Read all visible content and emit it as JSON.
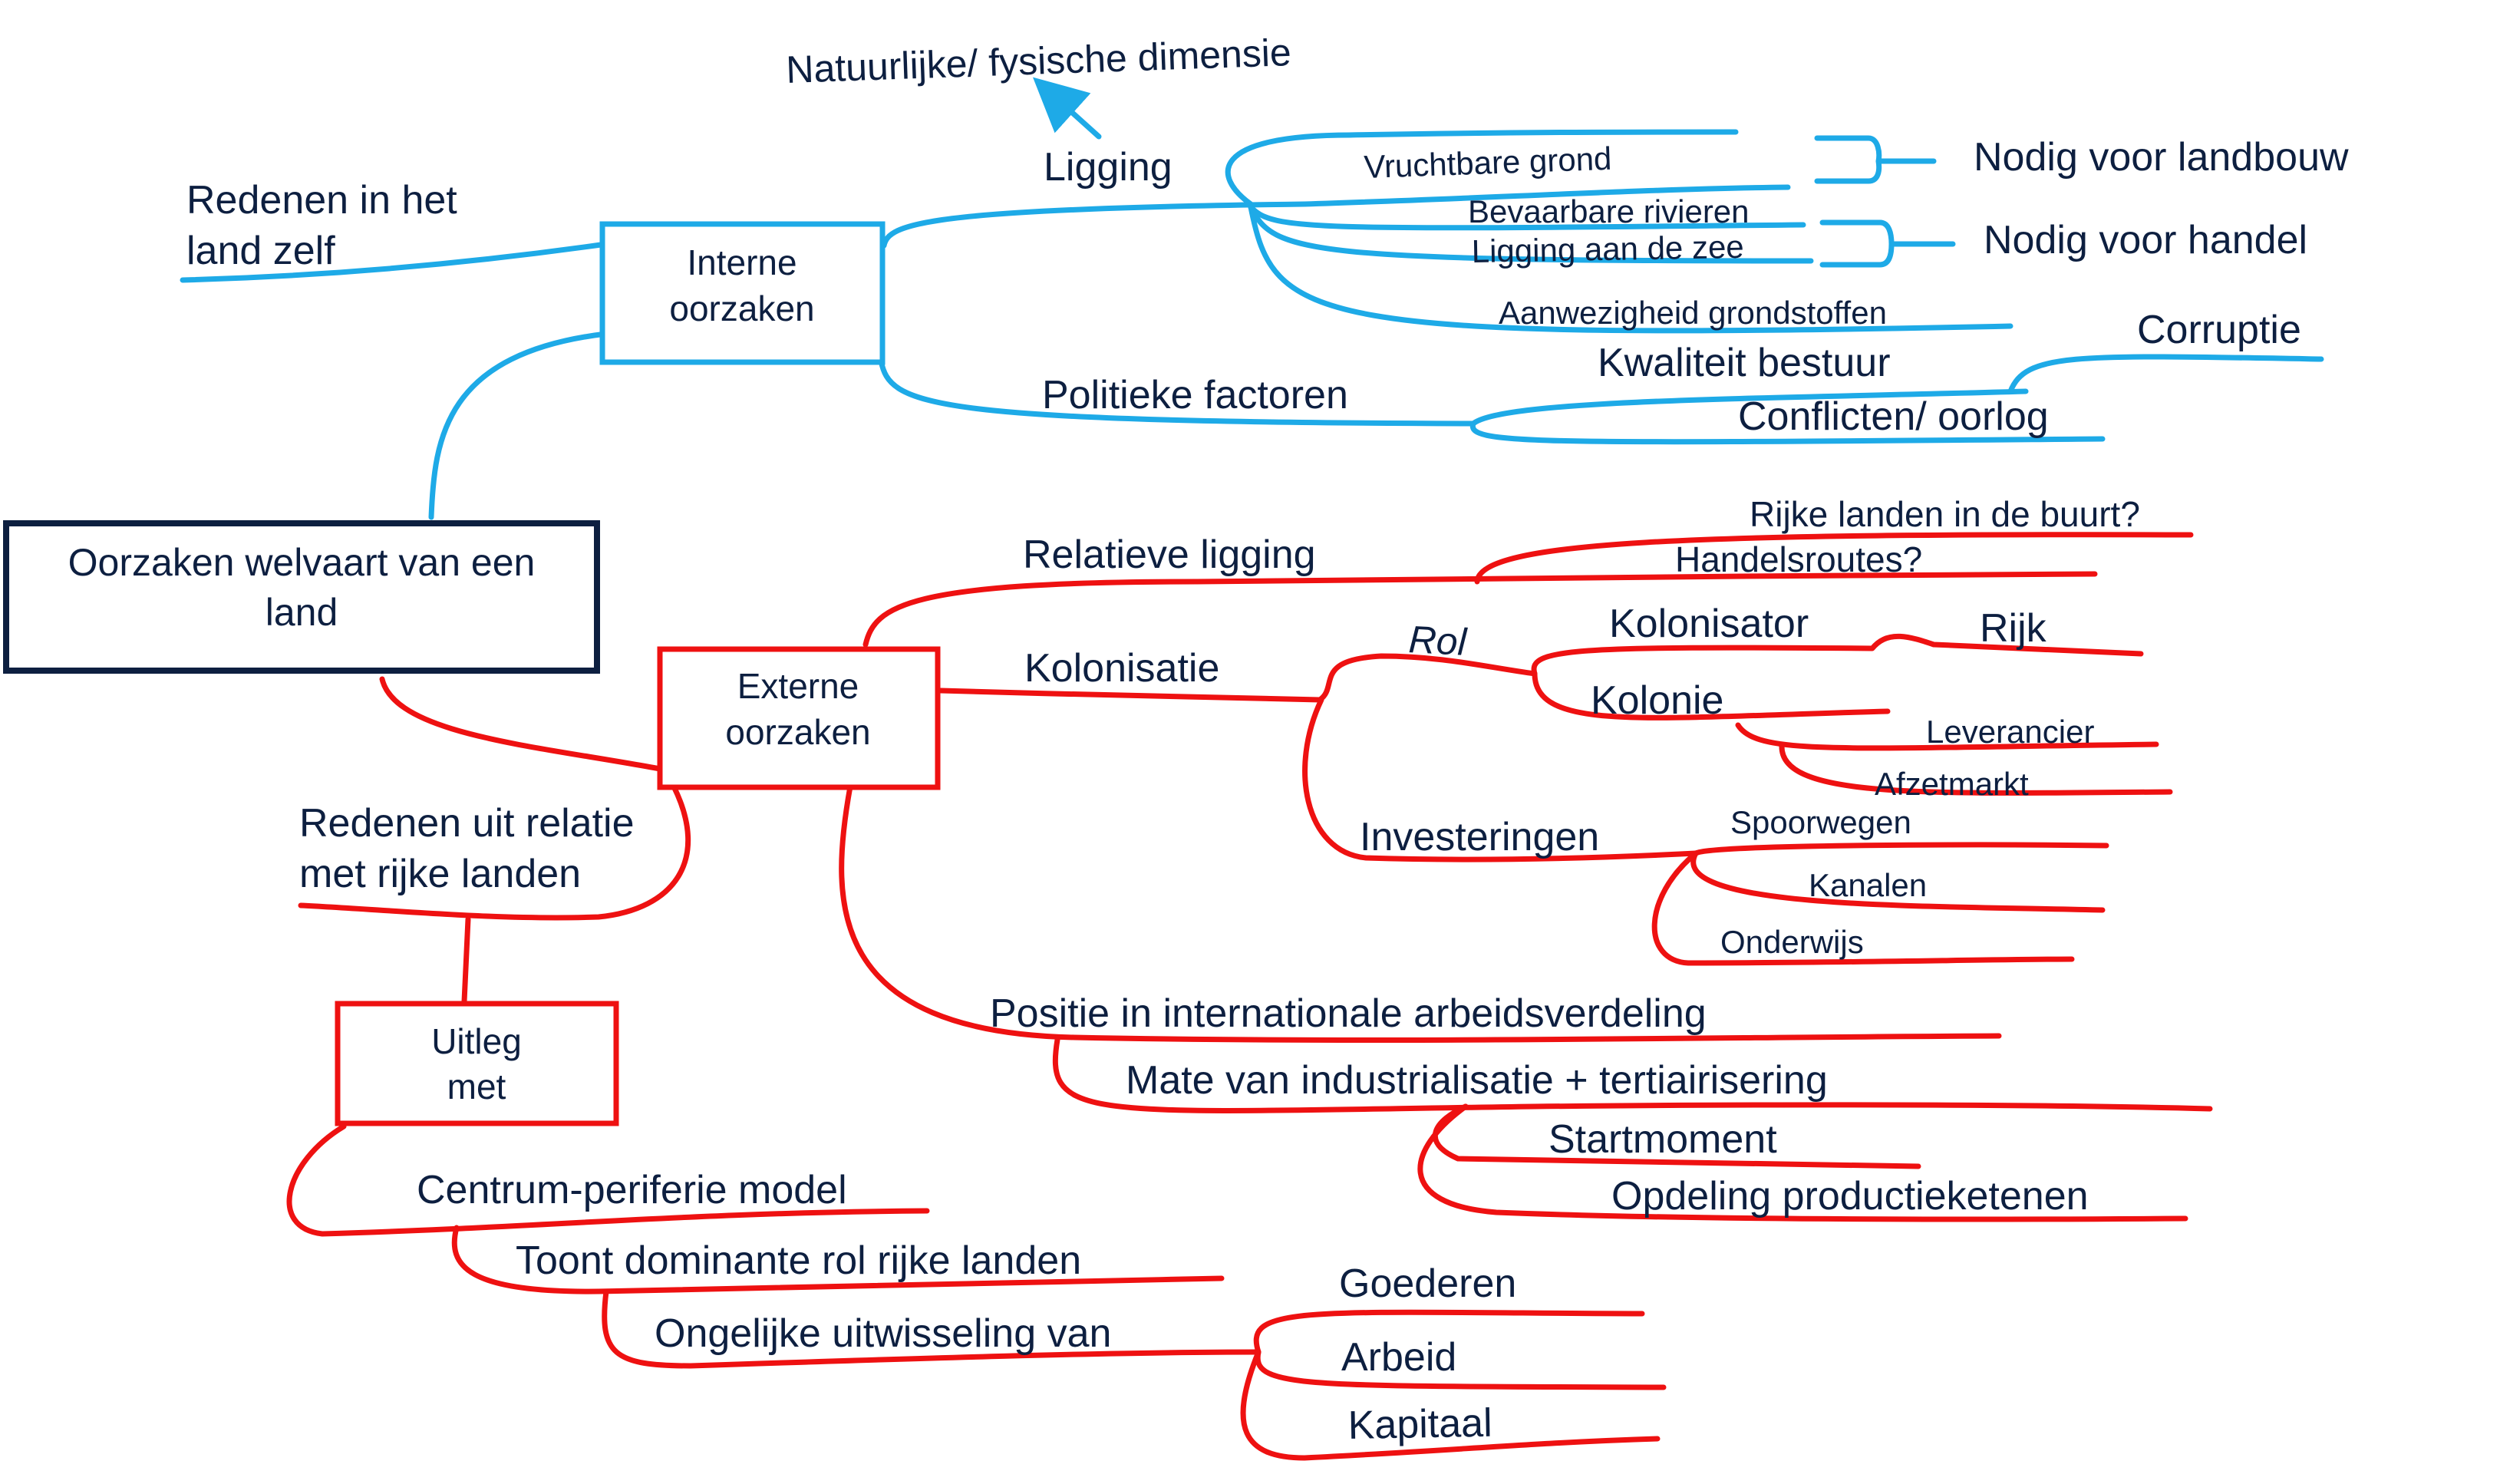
{
  "colors": {
    "internal": "#1eaae7",
    "external": "#ee1111",
    "text": "#0d1f40",
    "root_border": "#0d1f40"
  },
  "root": {
    "line1": "Oorzaken welvaart van een",
    "line2": "land"
  },
  "internal": {
    "box_line1": "Interne",
    "box_line2": "oorzaken",
    "reason_line1": "Redenen in het",
    "reason_line2": "land zelf",
    "ligging": "Ligging",
    "natural_dimension": "Natuurlijke/ fysische dimensie",
    "fertile_soil": "Vruchtbare grond",
    "navigable_rivers": "Bevaarbare rivieren",
    "sea_location": "Ligging aan de zee",
    "raw_materials": "Aanwezigheid grondstoffen",
    "needed_agriculture": "Nodig voor landbouw",
    "needed_trade": "Nodig voor handel",
    "political_factors": "Politieke factoren",
    "governance_quality": "Kwaliteit bestuur",
    "corruption": "Corruptie",
    "conflicts": "Conflicten/ oorlog"
  },
  "external": {
    "box_line1": "Externe",
    "box_line2": "oorzaken",
    "reason_line1": "Redenen uit relatie",
    "reason_line2": "met rijke landen",
    "relative_location": "Relatieve ligging",
    "rich_neighbors": "Rijke landen in de buurt?",
    "trade_routes": "Handelsroutes?",
    "colonization": "Kolonisatie",
    "role": "Rol",
    "colonizer": "Kolonisator",
    "rich": "Rijk",
    "colony": "Kolonie",
    "supplier": "Leverancier",
    "sales_market": "Afzetmarkt",
    "investments": "Investeringen",
    "railways": "Spoorwegen",
    "canals": "Kanalen",
    "education": "Onderwijs",
    "division_of_labour": "Positie in internationale arbeidsverdeling",
    "industrialization": "Mate van industrialisatie + tertiairisering",
    "start_moment": "Startmoment",
    "product_chains": "Opdeling productieketen",
    "product_chains_suffix": "en"
  },
  "explanation": {
    "box_line1": "Uitleg",
    "box_line2": "met",
    "core_periphery": "Centrum-periferie model",
    "dominant_role": "Toont dominante rol rijke landen",
    "unequal_exchange": "Ongelijke uitwisseling van",
    "goods": "Goederen",
    "labour": "Arbeid",
    "capital": "Kapitaal"
  }
}
